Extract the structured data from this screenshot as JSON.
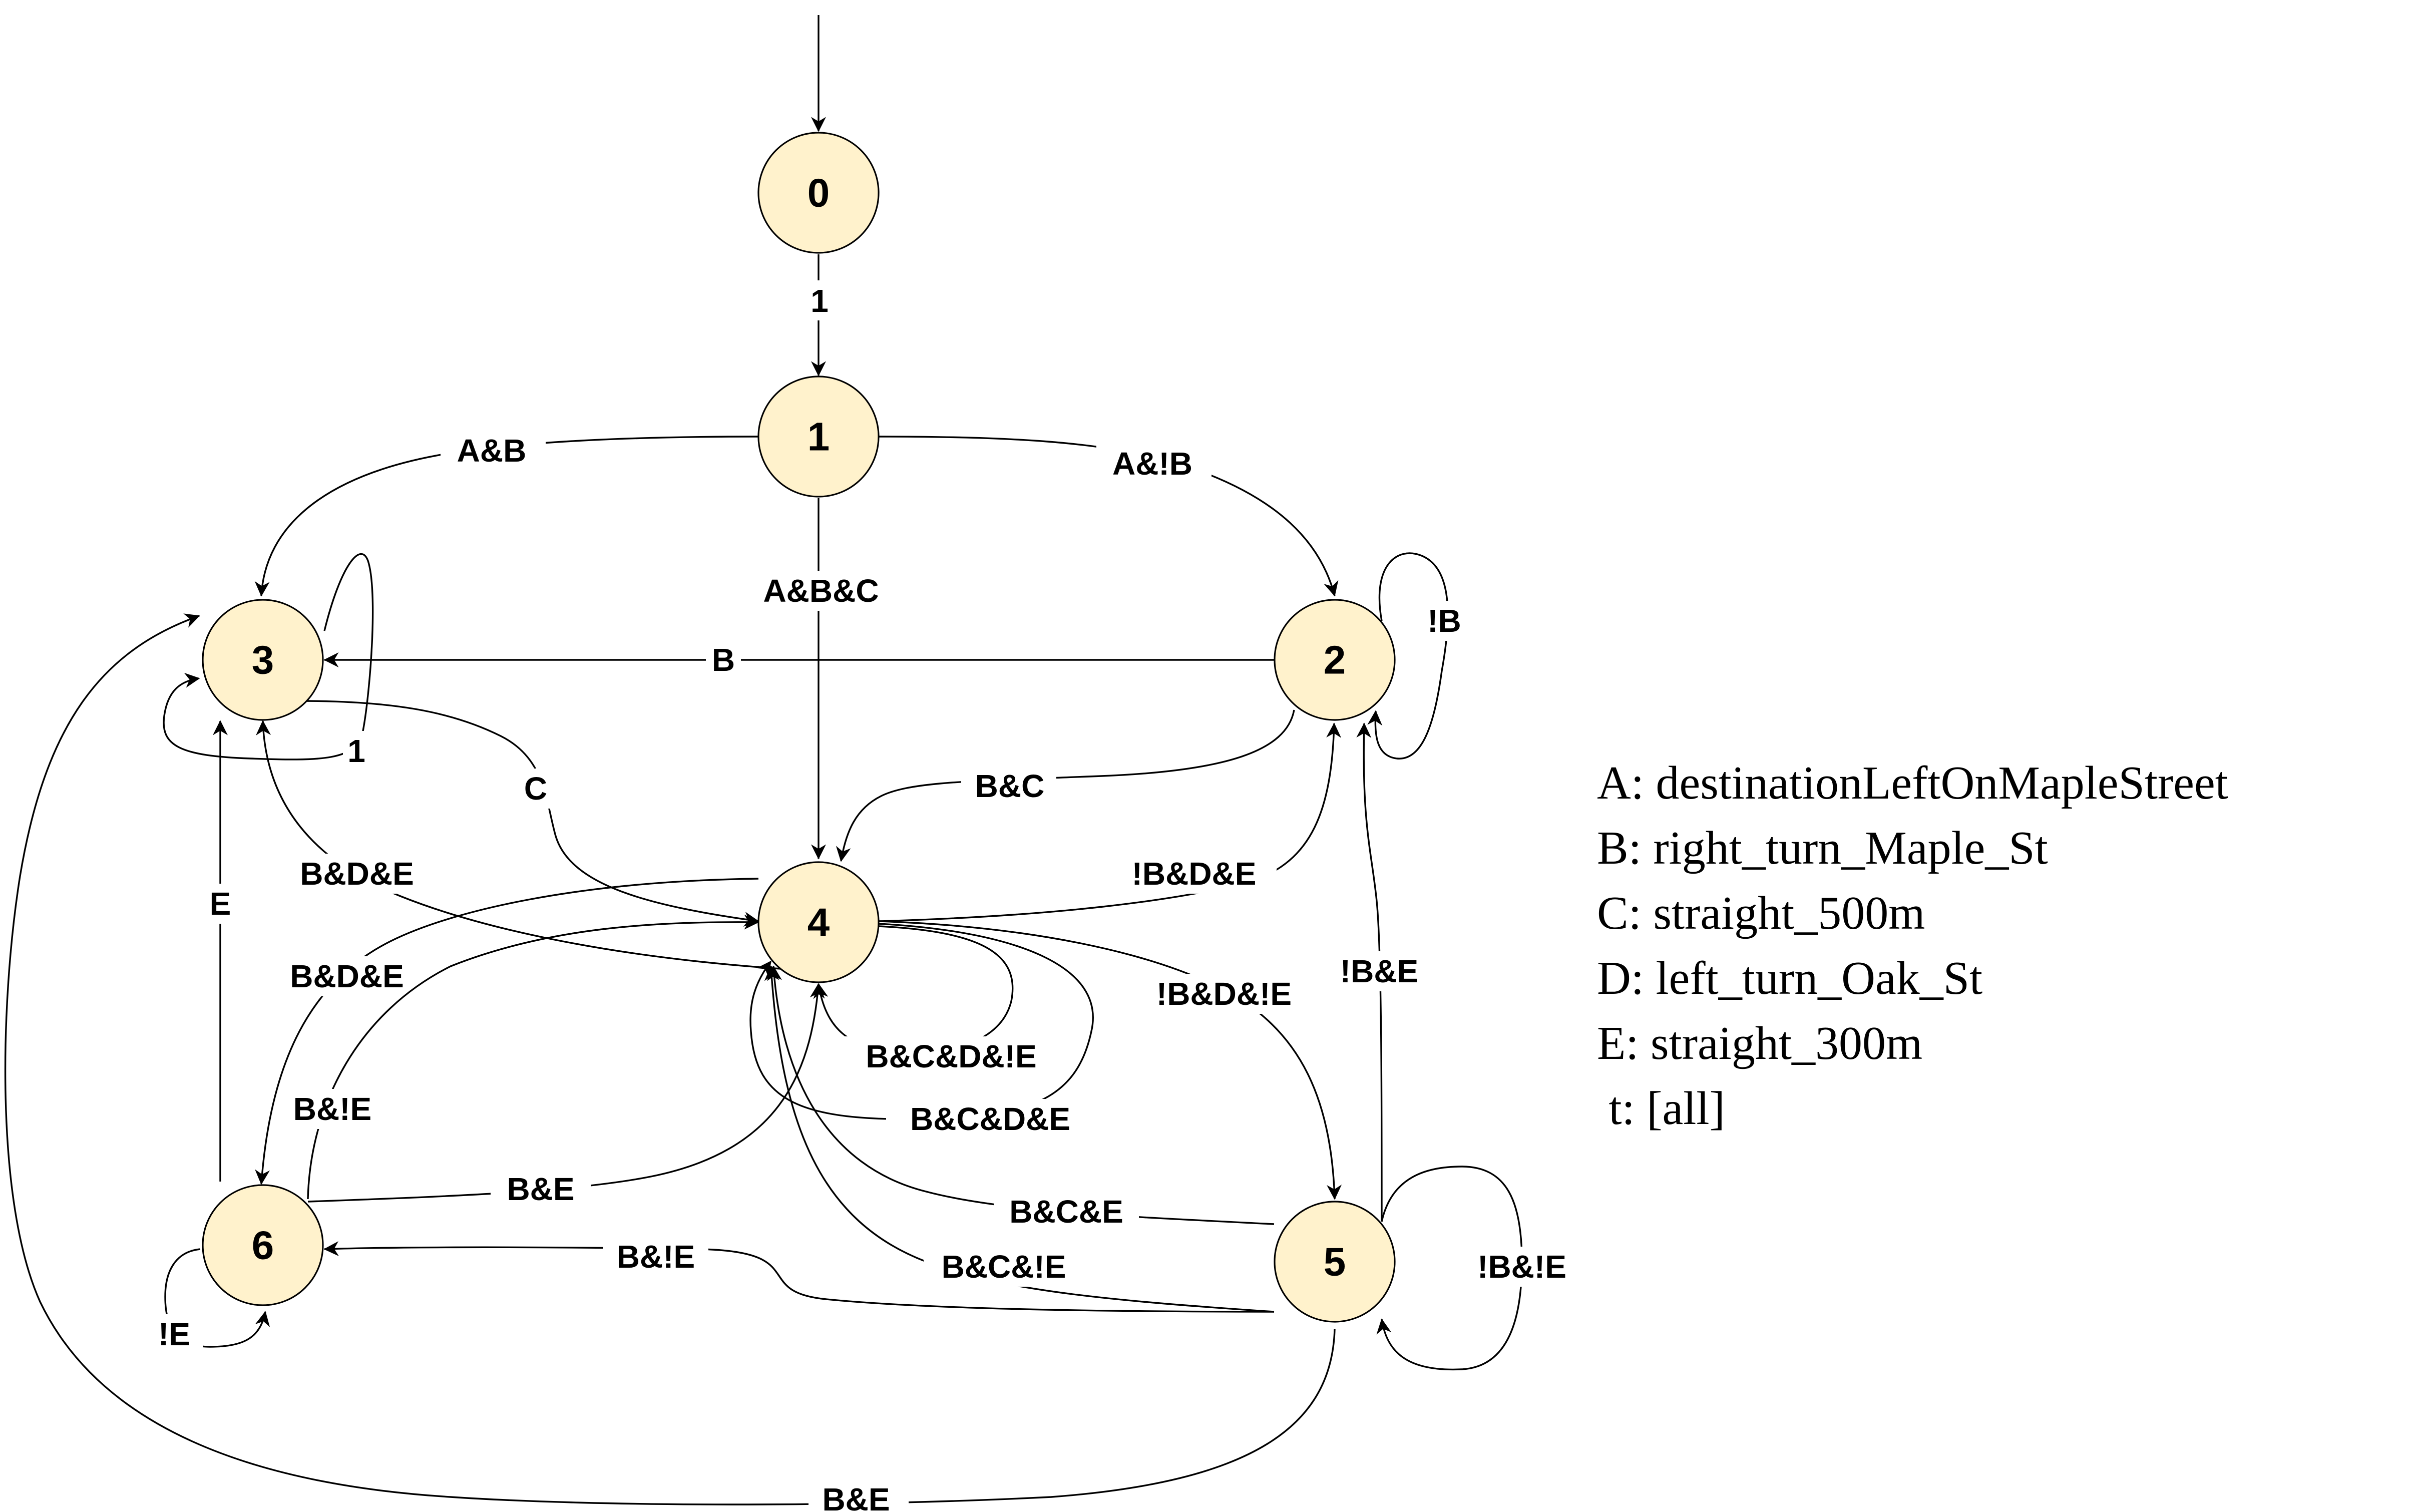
{
  "diagram": {
    "colors": {
      "node_fill": "#fff2cc",
      "stroke": "#000000",
      "background": "#ffffff"
    },
    "nodes": [
      {
        "id": "0",
        "label": "0"
      },
      {
        "id": "1",
        "label": "1"
      },
      {
        "id": "2",
        "label": "2"
      },
      {
        "id": "3",
        "label": "3"
      },
      {
        "id": "4",
        "label": "4"
      },
      {
        "id": "5",
        "label": "5"
      },
      {
        "id": "6",
        "label": "6"
      }
    ],
    "edges": [
      {
        "from": "start",
        "to": "0",
        "label": ""
      },
      {
        "from": "0",
        "to": "1",
        "label": "1"
      },
      {
        "from": "1",
        "to": "3",
        "label": "A&B"
      },
      {
        "from": "1",
        "to": "2",
        "label": "A&!B"
      },
      {
        "from": "1",
        "to": "4",
        "label": "A&B&C"
      },
      {
        "from": "2",
        "to": "2",
        "label": "!B"
      },
      {
        "from": "2",
        "to": "3",
        "label": "B"
      },
      {
        "from": "2",
        "to": "4",
        "label": "B&C"
      },
      {
        "from": "3",
        "to": "3",
        "label": "1"
      },
      {
        "from": "3",
        "to": "4",
        "label": "C"
      },
      {
        "from": "4",
        "to": "3",
        "label": "B&D&E"
      },
      {
        "from": "4",
        "to": "6",
        "label": "B&D&E"
      },
      {
        "from": "6",
        "to": "4",
        "label": "B&!E"
      },
      {
        "from": "6",
        "to": "3",
        "label": "E"
      },
      {
        "from": "4",
        "to": "2",
        "label": "!B&D&E"
      },
      {
        "from": "4",
        "to": "5",
        "label": "!B&D&!E"
      },
      {
        "from": "4",
        "to": "4",
        "label": "B&C&D&!E"
      },
      {
        "from": "4",
        "to": "4",
        "label": "B&C&D&E"
      },
      {
        "from": "6",
        "to": "4",
        "label": "B&E"
      },
      {
        "from": "5",
        "to": "4",
        "label": "B&C&E"
      },
      {
        "from": "5",
        "to": "4",
        "label": "B&C&!E"
      },
      {
        "from": "5",
        "to": "6",
        "label": "B&!E"
      },
      {
        "from": "5",
        "to": "2",
        "label": "!B&E"
      },
      {
        "from": "5",
        "to": "5",
        "label": "!B&!E"
      },
      {
        "from": "6",
        "to": "6",
        "label": "!E"
      },
      {
        "from": "5",
        "to": "3",
        "label": "B&E"
      }
    ]
  },
  "legend": [
    "A: destinationLeftOnMapleStreet",
    "B: right_turn_Maple_St",
    "C: straight_500m",
    "D: left_turn_Oak_St",
    "E: straight_300m",
    " t: [all]"
  ]
}
